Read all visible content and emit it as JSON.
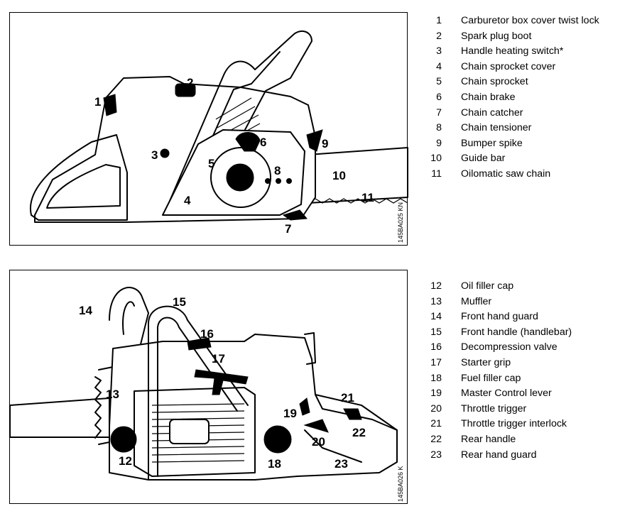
{
  "figure1": {
    "code": "145BA025 KN",
    "callouts": [
      "1",
      "2",
      "3",
      "4",
      "5",
      "6",
      "7",
      "8",
      "9",
      "10",
      "11"
    ],
    "legend": [
      {
        "num": "1",
        "label": "Carburetor box cover twist lock"
      },
      {
        "num": "2",
        "label": "Spark plug boot"
      },
      {
        "num": "3",
        "label": "Handle heating switch*"
      },
      {
        "num": "4",
        "label": "Chain sprocket cover"
      },
      {
        "num": "5",
        "label": "Chain sprocket"
      },
      {
        "num": "6",
        "label": "Chain brake"
      },
      {
        "num": "7",
        "label": "Chain catcher"
      },
      {
        "num": "8",
        "label": "Chain tensioner"
      },
      {
        "num": "9",
        "label": "Bumper spike"
      },
      {
        "num": "10",
        "label": "Guide bar"
      },
      {
        "num": "11",
        "label": "Oilomatic saw chain"
      }
    ]
  },
  "figure2": {
    "code": "145BA026 K",
    "callouts": [
      "12",
      "13",
      "14",
      "15",
      "16",
      "17",
      "18",
      "19",
      "20",
      "21",
      "22",
      "23"
    ],
    "legend": [
      {
        "num": "12",
        "label": "Oil filler cap"
      },
      {
        "num": "13",
        "label": "Muffler"
      },
      {
        "num": "14",
        "label": "Front hand guard"
      },
      {
        "num": "15",
        "label": "Front handle (handlebar)"
      },
      {
        "num": "16",
        "label": "Decompression valve"
      },
      {
        "num": "17",
        "label": "Starter grip"
      },
      {
        "num": "18",
        "label": "Fuel filler cap"
      },
      {
        "num": "19",
        "label": "Master Control lever"
      },
      {
        "num": "20",
        "label": "Throttle trigger"
      },
      {
        "num": "21",
        "label": "Throttle trigger interlock"
      },
      {
        "num": "22",
        "label": "Rear handle"
      },
      {
        "num": "23",
        "label": "Rear hand guard"
      }
    ]
  }
}
